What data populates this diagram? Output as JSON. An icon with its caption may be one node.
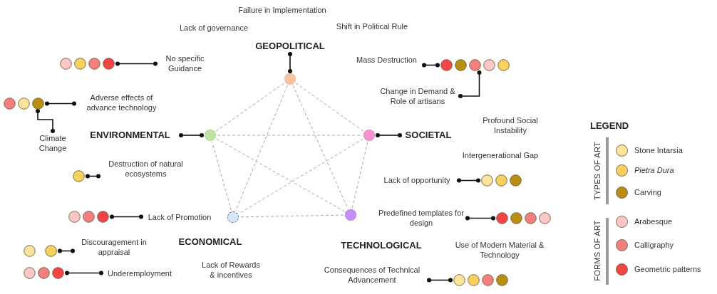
{
  "diagram": {
    "nodes": [
      {
        "text": [
          "GEOPOLITICAL"
        ]
      },
      {
        "text": [],
        "shape": "circle"
      },
      {
        "text": [
          "ENVIRONMENTAL"
        ]
      },
      {
        "text": [],
        "shape": "circle"
      },
      {
        "text": [
          "SOCIETAL"
        ]
      },
      {
        "text": [],
        "shape": "circle"
      },
      {
        "text": [
          "ECONOMICAL"
        ]
      },
      {
        "text": [],
        "shape": "circle"
      },
      {
        "text": [
          "TECHNOLOGICAL"
        ]
      },
      {
        "text": [],
        "shape": "circle"
      },
      {
        "text": [
          "No specific Guidance"
        ]
      },
      {
        "text": [],
        "shape": "circle"
      },
      {
        "text": [
          "Adverse effects of advance technology"
        ]
      },
      {
        "text": [],
        "shape": "circle"
      },
      {
        "text": [
          "Climate Change"
        ]
      },
      {
        "text": [
          "Destruction of natural ecosystems"
        ]
      },
      {
        "text": [],
        "shape": "circle"
      },
      {
        "text": [
          "Lack of Promotion"
        ]
      },
      {
        "text": [],
        "shape": "circle"
      },
      {
        "text": [
          "Discouragement in appraisal"
        ]
      },
      {
        "text": [],
        "shape": "circle"
      },
      {
        "text": [
          "Underemployment"
        ]
      },
      {
        "text": [],
        "shape": "circle"
      },
      {
        "text": [
          "Mass Destruction"
        ]
      },
      {
        "text": [],
        "shape": "circle"
      },
      {
        "text": [
          "Change in Demand & Role of artisans"
        ]
      },
      {
        "text": [
          "Lack of opportunity"
        ]
      },
      {
        "text": [],
        "shape": "circle"
      },
      {
        "text": [
          "Predefined templates for design"
        ]
      },
      {
        "text": [],
        "shape": "circle"
      },
      {
        "text": [
          "Consequences of Technical Advancement"
        ]
      },
      {
        "text": [],
        "shape": "circle"
      }
    ],
    "edges": [
      {
        "from": 1,
        "to": 5,
        "arrow": "none",
        "style": "dashed",
        "color": "#a6a6a6"
      },
      {
        "from": 5,
        "to": 9,
        "arrow": "none",
        "style": "dashed",
        "color": "#a6a6a6"
      },
      {
        "from": 9,
        "to": 7,
        "arrow": "none",
        "style": "dashed",
        "color": "#a6a6a6"
      },
      {
        "from": 7,
        "to": 3,
        "arrow": "none",
        "style": "dashed",
        "color": "#a6a6a6"
      },
      {
        "from": 3,
        "to": 1,
        "arrow": "none",
        "style": "dashed",
        "color": "#a6a6a6"
      },
      {
        "from": 1,
        "to": 9,
        "arrow": "none",
        "style": "dashed",
        "color": "#a6a6a6"
      },
      {
        "from": 1,
        "to": 7,
        "arrow": "none",
        "style": "dashed",
        "color": "#a6a6a6"
      },
      {
        "from": 3,
        "to": 5,
        "arrow": "none",
        "style": "dashed",
        "color": "#a6a6a6"
      },
      {
        "from": 3,
        "to": 9,
        "arrow": "none",
        "style": "dashed",
        "color": "#a6a6a6"
      },
      {
        "from": 5,
        "to": 7,
        "arrow": "none",
        "style": "dashed",
        "color": "#a6a6a6"
      },
      {
        "from": 0,
        "to": 1,
        "arrow": "other"
      },
      {
        "from": 2,
        "to": 3,
        "arrow": "other"
      },
      {
        "from": 4,
        "to": 5,
        "arrow": "other"
      },
      {
        "from": 10,
        "to": 11,
        "arrow": "other"
      },
      {
        "from": 12,
        "to": 13,
        "arrow": "other"
      },
      {
        "from": 14,
        "to": 13,
        "arrow": "other"
      },
      {
        "from": 15,
        "to": 16,
        "arrow": "other"
      },
      {
        "from": 17,
        "to": 18,
        "arrow": "other"
      },
      {
        "from": 19,
        "to": 20,
        "arrow": "other"
      },
      {
        "from": 21,
        "to": 22,
        "arrow": "other"
      },
      {
        "from": 23,
        "to": 24,
        "arrow": "other"
      },
      {
        "from": 25,
        "to": 24,
        "arrow": "other"
      },
      {
        "from": 26,
        "to": 27,
        "arrow": "other"
      },
      {
        "from": 28,
        "to": 29,
        "arrow": "other"
      },
      {
        "from": 30,
        "to": 31,
        "arrow": "other"
      }
    ],
    "labels": [
      "Failure in Implementation",
      "Lack of governance",
      "Shift in Political Rule",
      "Profound Social Instability",
      "Intergenerational Gap",
      "Lack of Rewards & incentives",
      "Use of Modern Material & Technology",
      "LEGEND",
      "TYPES OF ART",
      "FORMS OF ART"
    ],
    "legend": [
      {
        "text": "Stone Intarsia",
        "color": "#fde49c"
      },
      {
        "text": "Pietra Dura",
        "color": "#f8d15e"
      },
      {
        "text": "Carving",
        "color": "#b98e12"
      },
      {
        "text": "Arabesque",
        "color": "#fbc7c7"
      },
      {
        "text": "Calligraphy",
        "color": "#f37f7f"
      },
      {
        "text": "Geometric patterns",
        "color": "#f24545"
      }
    ]
  }
}
